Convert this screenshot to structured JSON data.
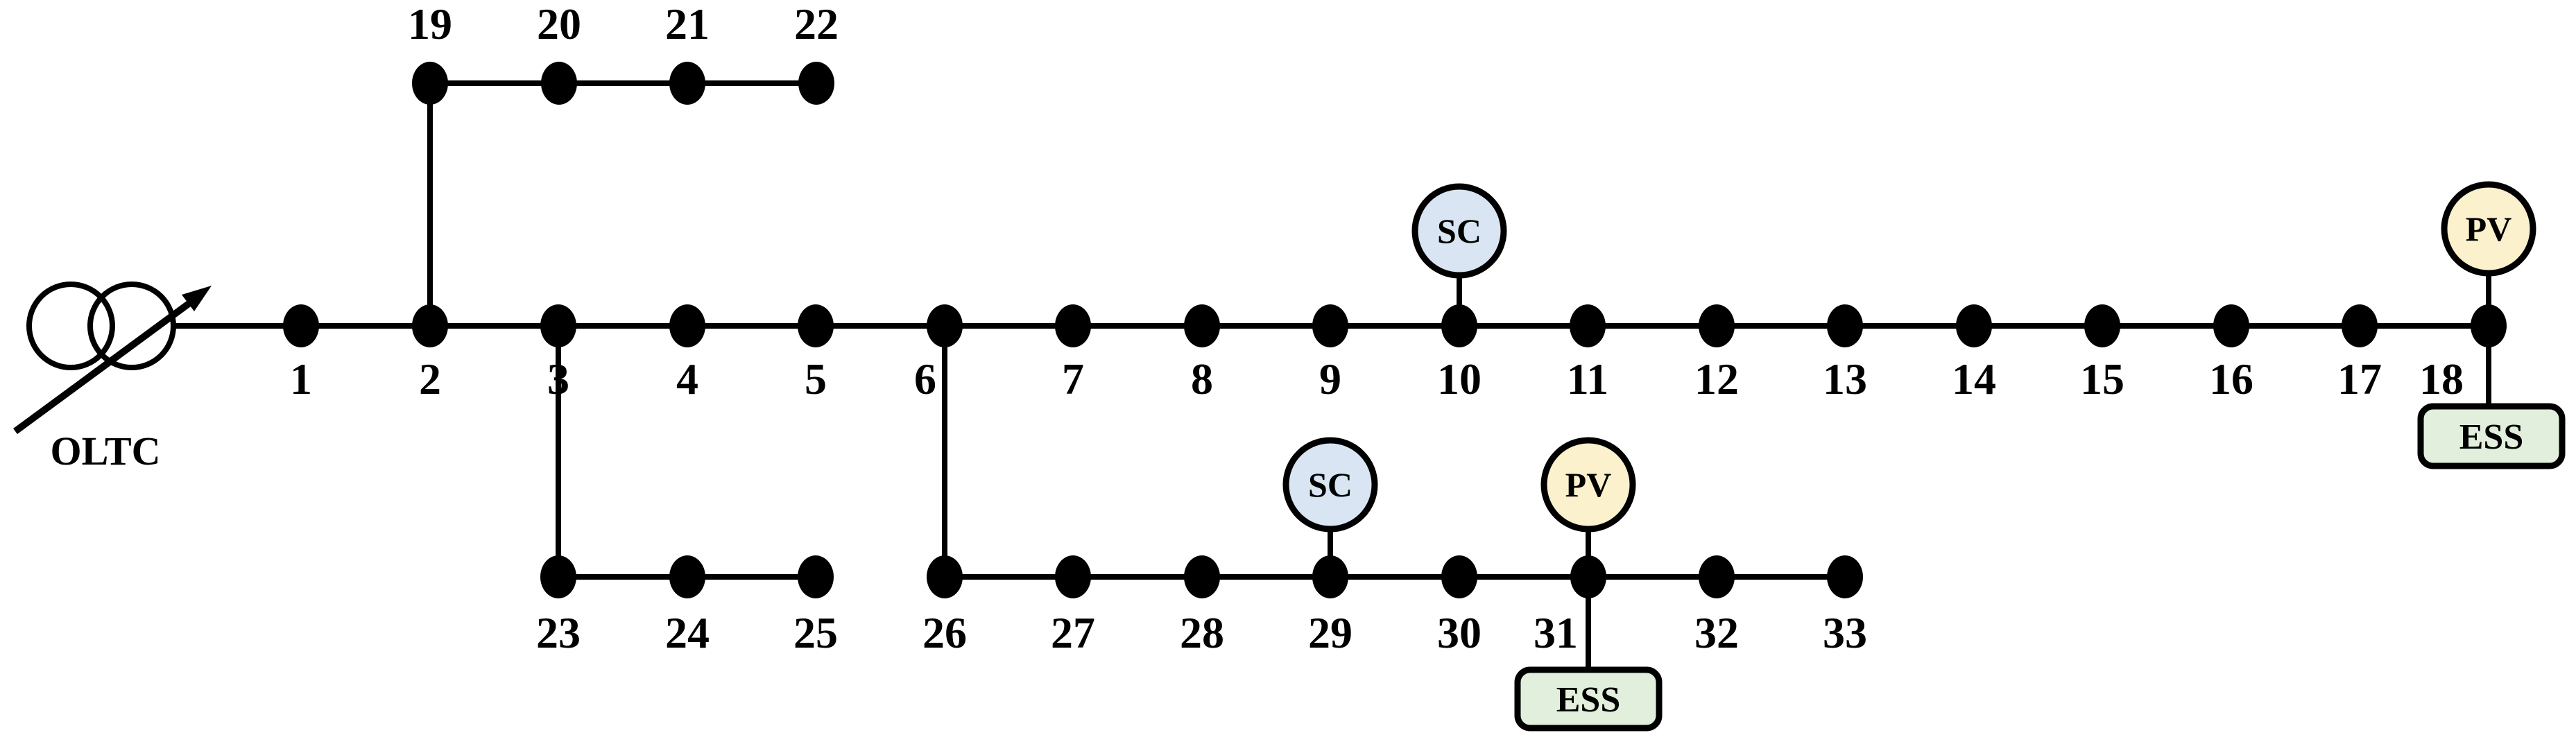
{
  "colors": {
    "background": "#ffffff",
    "line": "#000000",
    "sc_fill": "#D9E5F2",
    "pv_fill": "#FBF1CD",
    "ess_fill": "#E2EFDC"
  },
  "oltc": {
    "label": "OLTC"
  },
  "bus_labels": [
    "1",
    "2",
    "3",
    "4",
    "5",
    "6",
    "7",
    "8",
    "9",
    "10",
    "11",
    "12",
    "13",
    "14",
    "15",
    "16",
    "17",
    "18",
    "19",
    "20",
    "21",
    "22",
    "23",
    "24",
    "25",
    "26",
    "27",
    "28",
    "29",
    "30",
    "31",
    "32",
    "33"
  ],
  "devices": {
    "sc_bus10": {
      "label": "SC",
      "bus": "10"
    },
    "pv_bus18": {
      "label": "PV",
      "bus": "18"
    },
    "ess_bus18": {
      "label": "ESS",
      "bus": "18"
    },
    "sc_bus29": {
      "label": "SC",
      "bus": "29"
    },
    "pv_bus31": {
      "label": "PV",
      "bus": "31"
    },
    "ess_bus31": {
      "label": "ESS",
      "bus": "31"
    }
  }
}
